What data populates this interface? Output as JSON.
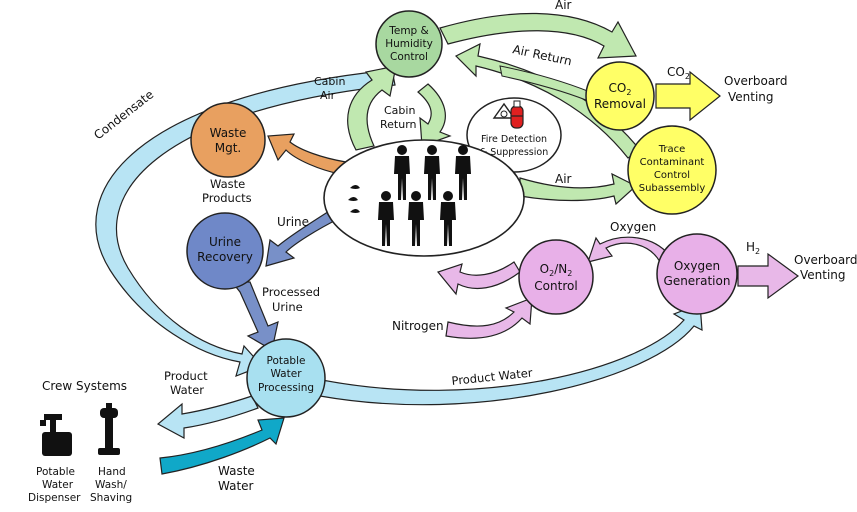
{
  "nodes": {
    "temp_humidity": {
      "line1": "Temp &",
      "line2": "Humidity",
      "line3": "Control"
    },
    "co2_removal": {
      "line1": "CO",
      "sub": "2",
      "line2": "Removal"
    },
    "trace_contaminant": {
      "line1": "Trace",
      "line2": "Contaminant",
      "line3": "Control",
      "line4": "Subassembly"
    },
    "waste_mgt": {
      "line1": "Waste",
      "line2": "Mgt."
    },
    "urine_recovery": {
      "line1": "Urine",
      "line2": "Recovery"
    },
    "o2n2_control": {
      "o": "O",
      "osub": "2",
      "slash": "/N",
      "nsub": "2",
      "line2": "Control"
    },
    "oxygen_generation": {
      "line1": "Oxygen",
      "line2": "Generation"
    },
    "potable_water_processing": {
      "line1": "Potable",
      "line2": "Water",
      "line3": "Processing"
    },
    "fire_detection": {
      "line1": "Fire Detection",
      "line2": "& Suppression"
    }
  },
  "labels": {
    "air_top": "Air",
    "air_return": "Air Return",
    "co2": "CO",
    "co2_sub": "2",
    "overboard_venting_1a": "Overboard",
    "overboard_venting_1b": "Venting",
    "condensate": "Condensate",
    "cabin_air_a": "Cabin",
    "cabin_air_b": "Air",
    "cabin_return_a": "Cabin",
    "cabin_return_b": "Return",
    "air_mid": "Air",
    "waste_products_a": "Waste",
    "waste_products_b": "Products",
    "urine": "Urine",
    "oxygen": "Oxygen",
    "h2": "H",
    "h2_sub": "2",
    "overboard_venting_2a": "Overboard",
    "overboard_venting_2b": "Venting",
    "processed_urine_a": "Processed",
    "processed_urine_b": "Urine",
    "nitrogen": "Nitrogen",
    "crew_systems": "Crew Systems",
    "product_water_left_a": "Product",
    "product_water_left_b": "Water",
    "product_water_right": "Product Water",
    "potable_dispenser_a": "Potable",
    "potable_dispenser_b": "Water",
    "potable_dispenser_c": "Dispenser",
    "hand_wash_a": "Hand",
    "hand_wash_b": "Wash/",
    "hand_wash_c": "Shaving",
    "waste_water_a": "Waste",
    "waste_water_b": "Water"
  },
  "colors": {
    "green_node": "#a8d8a0",
    "yellow_node": "#ffff66",
    "orange_node": "#e8a060",
    "blue_node": "#6f88c8",
    "purple_node": "#e8b0e8",
    "cyan_node": "#a8e0f0",
    "green_arrow": "#c0e8b0",
    "yellow_arrow": "#ffff66",
    "orange_arrow": "#e8a060",
    "blue_arrow": "#7890c8",
    "purple_arrow": "#e8b8e8",
    "cyan_arrow": "#b8e4f4",
    "teal_arrow": "#10a8c8"
  }
}
